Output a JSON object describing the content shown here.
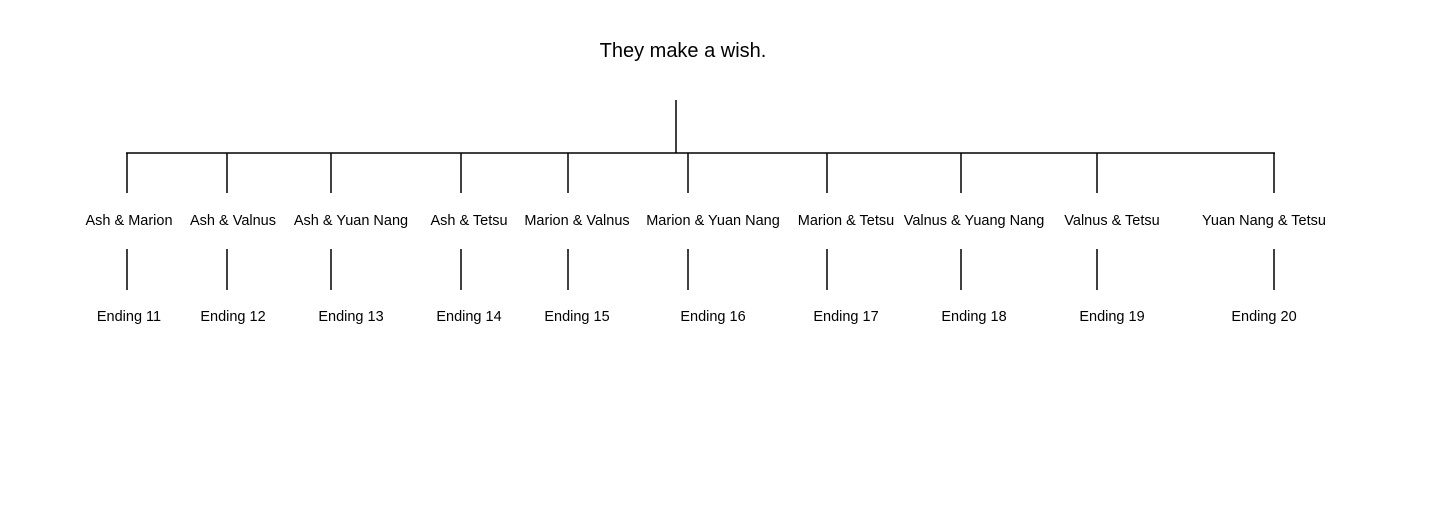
{
  "title": "They make a wish.",
  "line_color": "#000000",
  "branches": [
    {
      "pair": "Ash & Marion",
      "ending": "Ending 11"
    },
    {
      "pair": "Ash & Valnus",
      "ending": "Ending 12"
    },
    {
      "pair": "Ash & Yuan Nang",
      "ending": "Ending 13"
    },
    {
      "pair": "Ash & Tetsu",
      "ending": "Ending 14"
    },
    {
      "pair": "Marion & Valnus",
      "ending": "Ending 15"
    },
    {
      "pair": "Marion & Yuan Nang",
      "ending": "Ending 16"
    },
    {
      "pair": "Marion & Tetsu",
      "ending": "Ending 17"
    },
    {
      "pair": "Valnus & Yuang Nang",
      "ending": "Ending 18"
    },
    {
      "pair": "Valnus & Tetsu",
      "ending": "Ending 19"
    },
    {
      "pair": "Yuan Nang & Tetsu",
      "ending": "Ending 20"
    }
  ]
}
